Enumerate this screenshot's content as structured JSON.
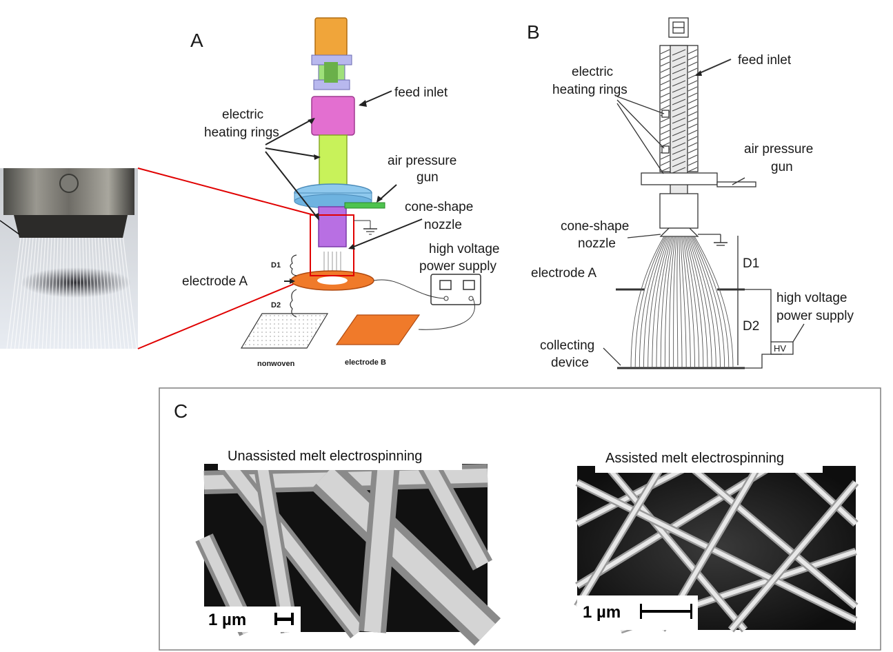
{
  "panels": {
    "a": {
      "letter": "A",
      "labels": {
        "feed_inlet": "feed inlet",
        "heating_1": "electric",
        "heating_2": "heating rings",
        "air_gun_1": "air pressure",
        "air_gun_2": "gun",
        "nozzle_1": "cone-shape",
        "nozzle_2": "nozzle",
        "hv_1": "high voltage",
        "hv_2": "power supply",
        "electrode_a": "electrode A",
        "d1": "D1",
        "d2": "D2",
        "nonwoven": "nonwoven",
        "electrode_b": "electrode B"
      }
    },
    "b": {
      "letter": "B",
      "labels": {
        "feed_inlet": "feed inlet",
        "heating_1": "electric",
        "heating_2": "heating rings",
        "air_gun_1": "air pressure",
        "air_gun_2": "gun",
        "nozzle_1": "cone-shape",
        "nozzle_2": "nozzle",
        "electrode_a": "electrode A",
        "d1": "D1",
        "d2": "D2",
        "hv_1": "high voltage",
        "hv_2": "power supply",
        "hv_box": "HV",
        "collect_1": "collecting",
        "collect_2": "device"
      }
    },
    "c": {
      "letter": "C",
      "left_caption": "Unassisted melt electrospinning",
      "right_caption": "Assisted melt electrospinning",
      "scale_label": "1 µm"
    }
  },
  "colors": {
    "pump": "#f0a53a",
    "coupling": "#b8b8ee",
    "heater": "#e36fd0",
    "barrel": "#c8f25a",
    "flange": "#8fc9ee",
    "nozzle": "#b86fe3",
    "electrode": "#f07a2a",
    "zoom_line": "#e00000"
  }
}
